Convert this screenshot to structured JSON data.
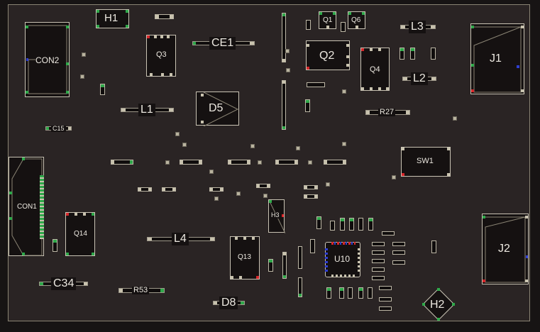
{
  "board": {
    "designators": {
      "h1": "H1",
      "h2": "H2",
      "h3": "H3",
      "con2": "CON2",
      "con1": "CON1",
      "q3": "Q3",
      "q1": "Q1",
      "q6": "Q6",
      "q2": "Q2",
      "q4": "Q4",
      "q14": "Q14",
      "q13": "Q13",
      "u10": "U10",
      "ce1": "CE1",
      "l1": "L1",
      "l2": "L2",
      "l3": "L3",
      "l4": "L4",
      "d5": "D5",
      "d8": "D8",
      "j1": "J1",
      "j2": "J2",
      "sw1": "SW1",
      "r27": "R27",
      "r53": "R53",
      "c15": "C15",
      "c34": "C34"
    },
    "colors": {
      "background": "#2a2424",
      "component_body": "#151111",
      "silkscreen": "#c9c3b4",
      "pad_copper": "#c8c2ae",
      "pad_green": "#2fa84a",
      "pad_red": "#d6262a",
      "pad_blue": "#2f3fd0"
    }
  }
}
